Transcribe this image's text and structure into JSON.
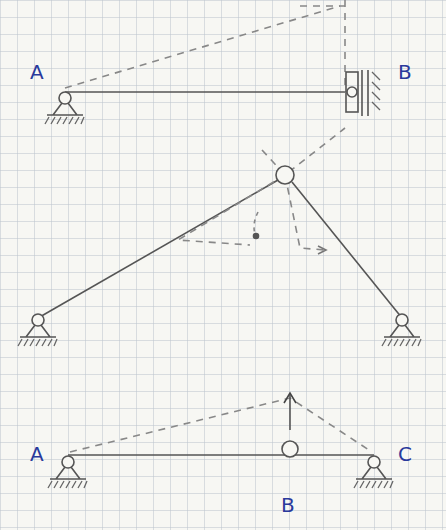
{
  "diagram": {
    "labels": [
      "A",
      "B",
      "A",
      "B",
      "C"
    ]
  }
}
